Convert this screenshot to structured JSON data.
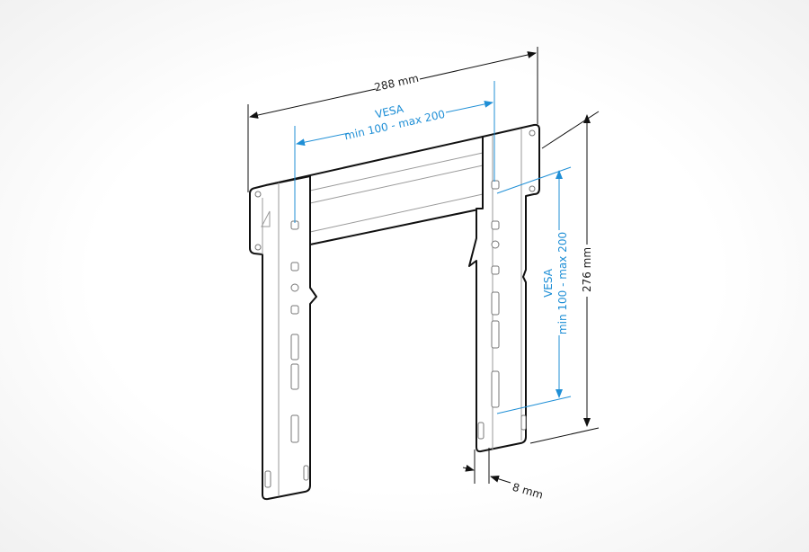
{
  "dimensions": {
    "width_label": "288 mm",
    "height_label": "276 mm",
    "depth_label": "8 mm",
    "vesa_horizontal": {
      "title": "VESA",
      "range": "min 100 - max 200"
    },
    "vesa_vertical": {
      "title": "VESA",
      "range": "min 100 - max 200"
    }
  },
  "colors": {
    "outline": "#111111",
    "vesa": "#1f8fd6"
  }
}
